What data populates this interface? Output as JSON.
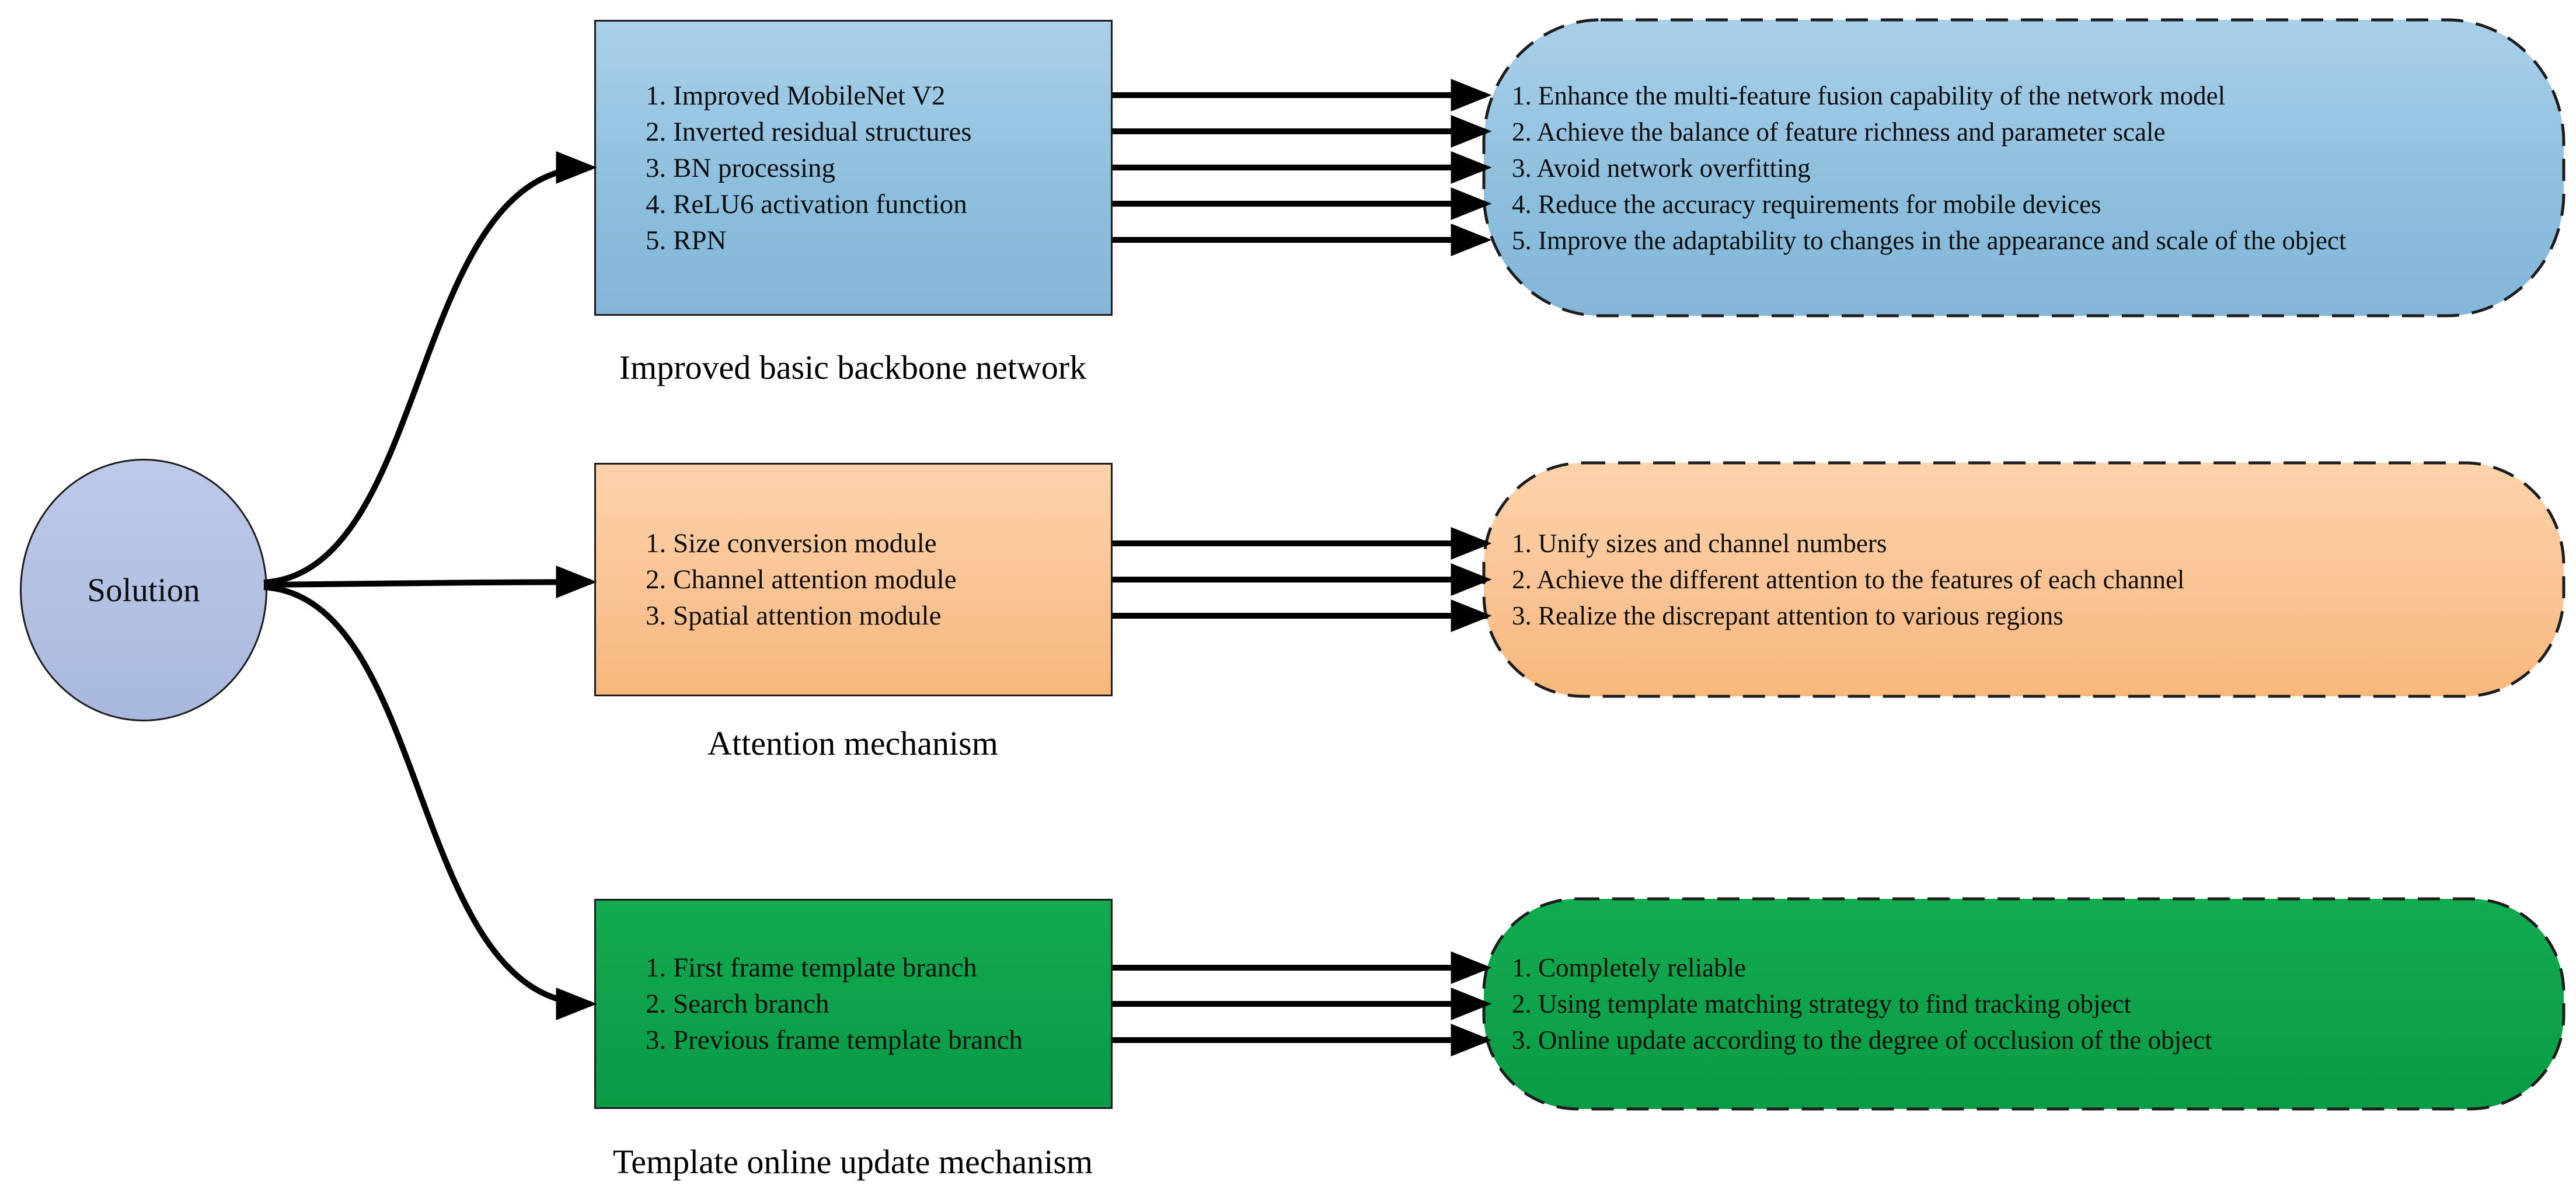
{
  "root": {
    "label": "Solution"
  },
  "sections": [
    {
      "id": "backbone",
      "label": "Improved basic backbone network",
      "color": "#8fc0de",
      "left_items": [
        "1. Improved MobileNet V2",
        "2. Inverted residual structures",
        "3. BN processing",
        "4. ReLU6 activation function",
        "5. RPN"
      ],
      "right_items": [
        "1. Enhance the multi-feature fusion capability of the network model",
        "2. Achieve the balance of feature richness and parameter scale",
        "3. Avoid network overfitting",
        "4. Reduce the accuracy requirements for mobile devices",
        "5. Improve the adaptability to changes in the appearance and scale of the object"
      ]
    },
    {
      "id": "attention",
      "label": "Attention mechanism",
      "color": "#f9c18c",
      "left_items": [
        "1. Size conversion module",
        "2. Channel attention module",
        "3. Spatial attention module"
      ],
      "right_items": [
        "1. Unify sizes and channel numbers",
        "2. Achieve the different attention to the features of each channel",
        "3. Realize the discrepant attention to various regions"
      ]
    },
    {
      "id": "template-update",
      "label": "Template online update mechanism",
      "color": "#0ca04a",
      "left_items": [
        "1. First frame template branch",
        "2. Search branch",
        "3. Previous frame template branch"
      ],
      "right_items": [
        "1. Completely reliable",
        "2. Using template matching strategy to find tracking object",
        "3. Online update according to the degree of occlusion of the object"
      ]
    }
  ],
  "colors": {
    "background": "#ffffff",
    "node_fill": "#b3c0e2",
    "arrow": "#000000",
    "text": "#0d0d0d",
    "blue_box": "#8fc0de",
    "orange_box": "#f9c18c",
    "green_box": "#0ca04a"
  }
}
